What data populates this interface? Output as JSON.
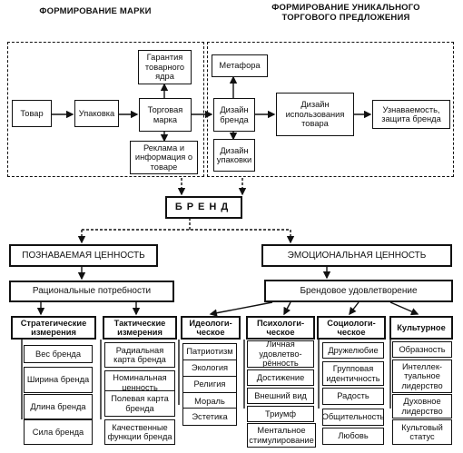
{
  "titles": {
    "left": "ФОРМИРОВАНИЕ МАРКИ",
    "right": "ФОРМИРОВАНИЕ УНИКАЛЬНОГО ТОРГОВОГО ПРЕДЛОЖЕНИЯ"
  },
  "left_group": {
    "tovar": "Товар",
    "upakovka": "Упаковка",
    "torg_marka": "Торговая марка",
    "garantiya": "Гарантия товарного ядра",
    "reklama": "Реклама и информация о товаре"
  },
  "right_group": {
    "metafora": "Метафора",
    "dizain_brenda": "Дизайн бренда",
    "dizain_upakovki": "Дизайн упаковки",
    "dizain_ispolzovaniya": "Дизайн использования товара",
    "uznavaemost": "Узнаваемость, защита бренда"
  },
  "brand": "БРЕНД",
  "level2": {
    "poznavaemaya": "ПОЗНАВАЕМАЯ ЦЕННОСТЬ",
    "emocionalnaya": "ЭМОЦИОНАЛЬНАЯ ЦЕННОСТЬ"
  },
  "level3": {
    "racionalnye": "Рациональные потребности",
    "brendovoe": "Брендовое удовлетворение"
  },
  "columns": [
    {
      "header": "Стратегические измерения",
      "items": [
        "Вес бренда",
        "Ширина бренда",
        "Длина бренда",
        "Сила бренда"
      ]
    },
    {
      "header": "Тактические измерения",
      "items": [
        "Радиальная карта бренда",
        "Номинальная ценность бренда",
        "Полевая карта бренда",
        "Качественные функции бренда"
      ]
    },
    {
      "header": "Идеологи-ческое",
      "items": [
        "Патриотизм",
        "Экология",
        "Религия",
        "Мораль",
        "Эстетика"
      ]
    },
    {
      "header": "Психологи-ческое",
      "items": [
        "Личная удовлетво-рённость",
        "Достижение",
        "Внешний вид",
        "Триумф",
        "Ментальное стимулирование"
      ]
    },
    {
      "header": "Социологи-ческое",
      "items": [
        "Дружелюбие",
        "Групповая идентичность",
        "Радость",
        "Общительность",
        "Любовь"
      ]
    },
    {
      "header": "Культурное",
      "items": [
        "Образность",
        "Интеллек-туальное лидерство",
        "Духовное лидерство",
        "Культовый статус"
      ]
    }
  ]
}
